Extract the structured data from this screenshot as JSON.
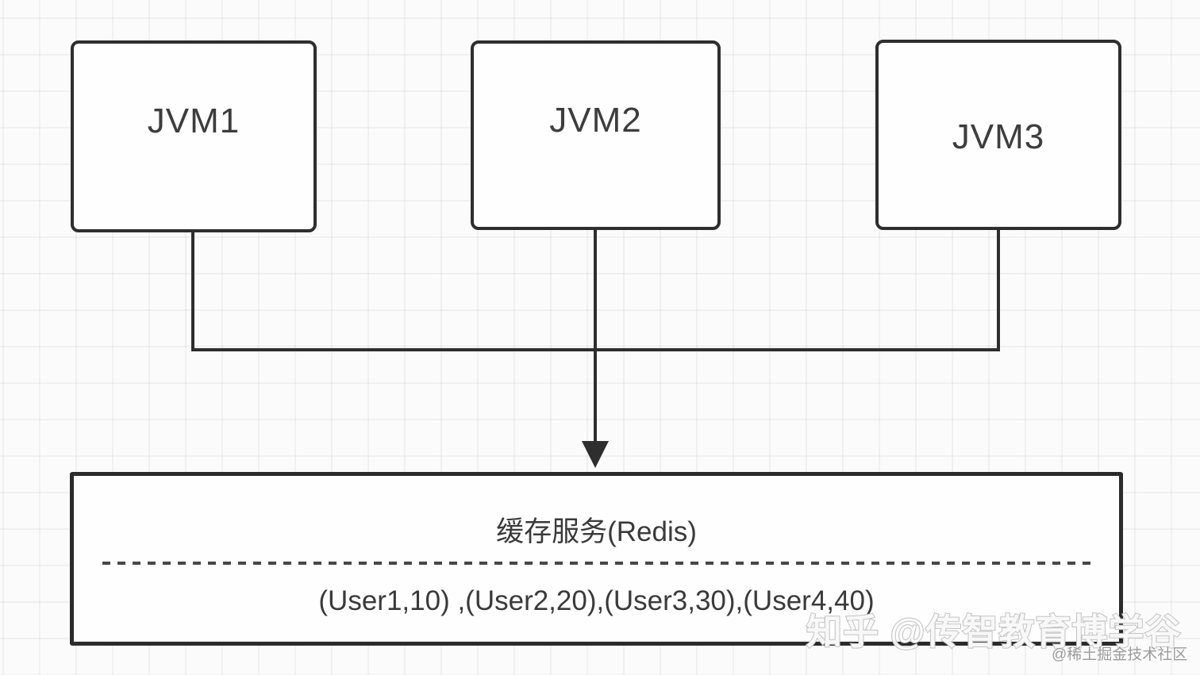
{
  "diagram": {
    "nodes": {
      "jvm1": {
        "label": "JVM1"
      },
      "jvm2": {
        "label": "JVM2"
      },
      "jvm3": {
        "label": "JVM3"
      },
      "cache": {
        "title": "缓存服务(Redis)",
        "entries": "(User1,10) ,(User2,20),(User3,30),(User4,40)"
      }
    },
    "connectors": {
      "bus_type": "horizontal-bus",
      "arrow_direction": "down",
      "line_color": "#2e2e2e"
    },
    "colors": {
      "node_border": "#2e2e2e",
      "node_fill": "#fefefe",
      "text": "#3a3a3a",
      "background": "#fbfbfb",
      "grid_line": "#ececec",
      "divider": "#474747",
      "watermark_outline": "#c2c2c2",
      "watermark_small": "#9b9b9b"
    }
  },
  "watermarks": {
    "primary": "知乎 @传智教育博学谷",
    "secondary": "@稀土掘金技术社区"
  }
}
